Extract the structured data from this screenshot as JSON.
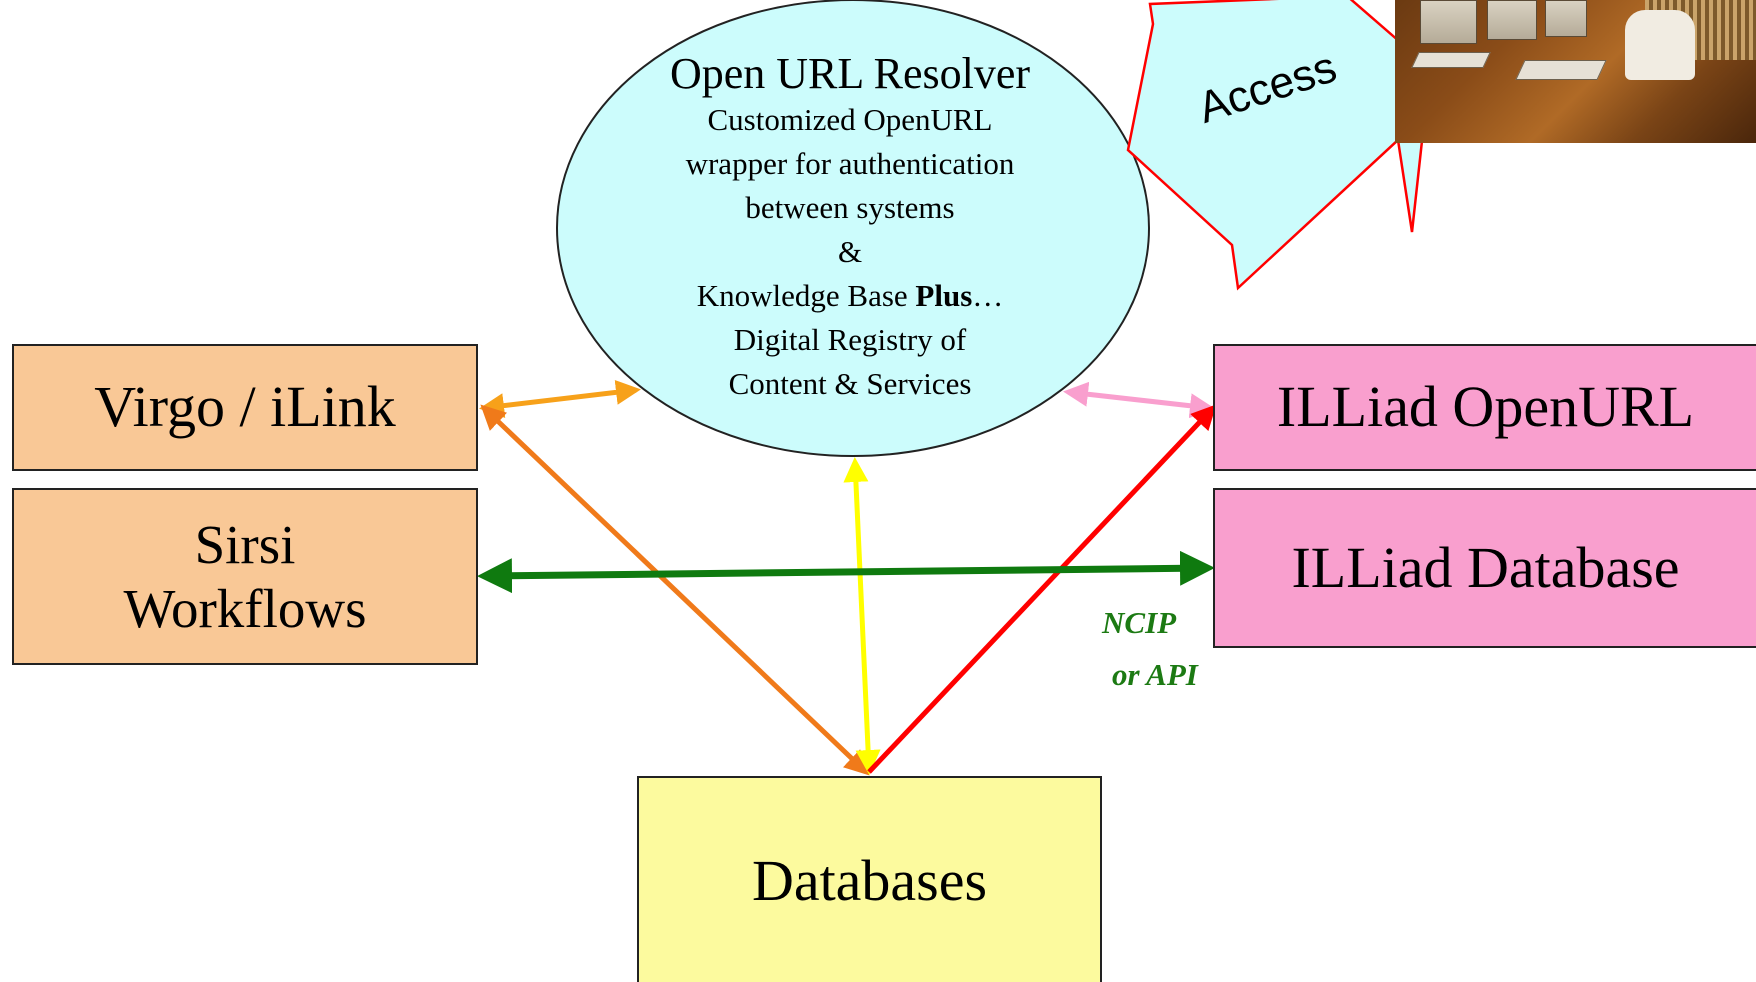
{
  "diagram": {
    "resolver": {
      "title": "Open URL Resolver",
      "line1": "Customized OpenURL",
      "line2": "wrapper for authentication",
      "line3": "between systems",
      "line4": "&",
      "line5_prefix": "Knowledge Base ",
      "line5_bold": "Plus",
      "line5_suffix": "…",
      "line6": "Digital Registry of",
      "line7": "Content & Services"
    },
    "virgo": {
      "label": "Virgo / iLink"
    },
    "sirsi": {
      "line1": "Sirsi",
      "line2": "Workflows"
    },
    "illiad_openurl": {
      "label": "ILLiad OpenURL"
    },
    "illiad_database": {
      "label": "ILLiad Database"
    },
    "databases": {
      "label": "Databases"
    },
    "ncip": {
      "line1": "NCIP",
      "line2": "or API"
    },
    "access": {
      "label": "Access",
      "image": "computer-lab-photo"
    }
  },
  "colors": {
    "orange_box": "#f9c896",
    "pink_box": "#f99fce",
    "yellow_box": "#fcfa9e",
    "ellipse_fill": "#ccfcfc",
    "access_fill": "#ccfcfc",
    "access_stroke": "#ff0000",
    "arrow_virgo_resolver": "#f7a11a",
    "arrow_virgo_databases": "#f07a1a",
    "arrow_resolver_databases": "#ffff00",
    "arrow_illiad_resolver": "#f99fce",
    "arrow_illiad_databases": "#ff0000",
    "arrow_sirsi_illiad": "#0f7a0f",
    "ncip_text": "#1c7a13"
  }
}
